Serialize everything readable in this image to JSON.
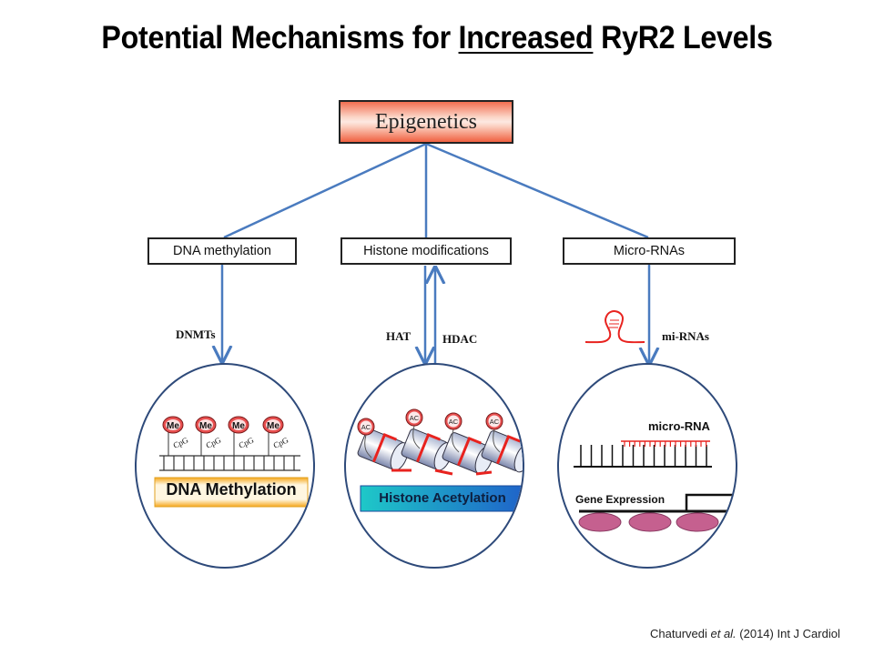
{
  "title": {
    "prefix": "Potential Mechanisms for ",
    "emphasis": "Increased",
    "suffix": " RyR2 Levels"
  },
  "root_node": {
    "label": "Epigenetics"
  },
  "categories": [
    {
      "label": "DNA methylation",
      "arrow_label": "DNMTs"
    },
    {
      "label": "Histone modifications",
      "arrow_labels": [
        "HAT",
        "HDAC"
      ]
    },
    {
      "label": "Micro-RNAs",
      "arrow_label": "mi-RNAs"
    }
  ],
  "panels": {
    "dna": {
      "banner": "DNA Methylation",
      "marks": [
        "Me",
        "Me",
        "Me",
        "Me"
      ],
      "sites": [
        "CpG",
        "CpG",
        "CpG",
        "CpG"
      ]
    },
    "histone": {
      "banner": "Histone Acetylation",
      "marks": [
        "AC",
        "AC",
        "AC",
        "AC"
      ]
    },
    "mirna": {
      "title": "micro-RNA",
      "gene_label": "Gene Expression"
    }
  },
  "colors": {
    "connector": "#4a7bbf",
    "circle_border": "#2e4a7a",
    "red": "#e8231f",
    "dna_banner": "#f7b733",
    "histone_banner_start": "#1ec8c8",
    "histone_banner_end": "#1f63c9",
    "ribosome": "#c5608f"
  },
  "citation": {
    "author": "Chaturvedi ",
    "etal": "et al.",
    "rest": " (2014)  Int J Cardiol"
  }
}
